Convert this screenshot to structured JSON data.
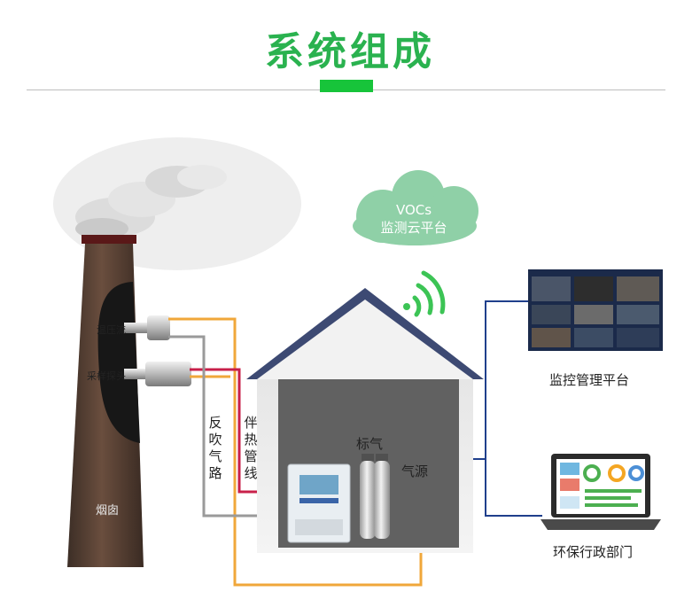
{
  "header": {
    "title": "系统组成"
  },
  "chimney": {
    "label": "烟囱",
    "probe_temp_label": "温压流",
    "probe_sample_label": "采样探头"
  },
  "lines": {
    "backflush_label": "反吹气路",
    "heated_line_label": "伴热管线"
  },
  "station": {
    "standard_gas_label": "标气",
    "gas_source_label": "气源"
  },
  "cloud": {
    "line1": "VOCs",
    "line2": "监测云平台"
  },
  "endpoints": {
    "monitor_label": "监控管理平台",
    "epa_label": "环保行政部门"
  },
  "colors": {
    "accent": "#2ab24f",
    "cloud": "#8fd0a7",
    "wifi": "#3cc455",
    "orange_line": "#f0a73a",
    "gray_line": "#9a9a9a",
    "red_line": "#c8204a",
    "blue_line": "#1f3f8c"
  }
}
